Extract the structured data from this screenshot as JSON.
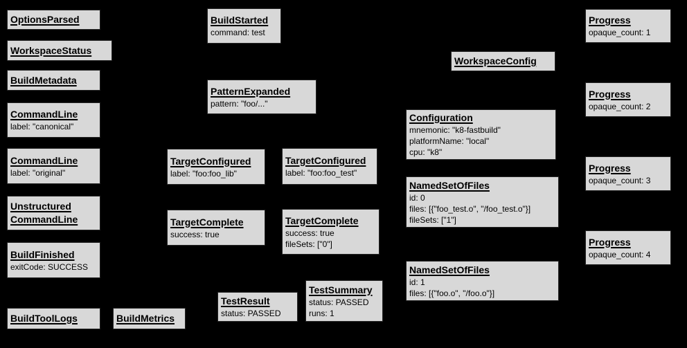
{
  "diagram": {
    "background_color": "#000000",
    "node_fill_color": "#d8d8d8",
    "node_border_color": "#262626",
    "node_text_color": "#000000"
  },
  "nodes": {
    "options_parsed": {
      "title": "OptionsParsed",
      "lines": []
    },
    "workspace_status": {
      "title": "WorkspaceStatus",
      "lines": []
    },
    "build_metadata": {
      "title": "BuildMetadata",
      "lines": []
    },
    "command_line_canonical": {
      "title": "CommandLine",
      "lines": [
        "label: \"canonical\""
      ]
    },
    "command_line_original": {
      "title": "CommandLine",
      "lines": [
        "label: \"original\""
      ]
    },
    "unstructured_command_line": {
      "title": "Unstructured\nCommandLine",
      "lines": []
    },
    "build_finished": {
      "title": "BuildFinished",
      "lines": [
        "exitCode: SUCCESS"
      ]
    },
    "build_tool_logs": {
      "title": "BuildToolLogs",
      "lines": []
    },
    "build_metrics": {
      "title": "BuildMetrics",
      "lines": []
    },
    "build_started": {
      "title": "BuildStarted",
      "lines": [
        "command: test"
      ]
    },
    "pattern_expanded": {
      "title": "PatternExpanded",
      "lines": [
        "pattern: \"foo/...\""
      ]
    },
    "target_configured_foo_lib": {
      "title": "TargetConfigured",
      "lines": [
        "label: \"foo:foo_lib\""
      ]
    },
    "target_configured_foo_test": {
      "title": "TargetConfigured",
      "lines": [
        "label: \"foo:foo_test\""
      ]
    },
    "target_complete_foo_lib": {
      "title": "TargetComplete",
      "lines": [
        "success: true"
      ]
    },
    "target_complete_foo_test": {
      "title": "TargetComplete",
      "lines": [
        "success: true",
        "fileSets: [\"0\"]"
      ]
    },
    "test_result": {
      "title": "TestResult",
      "lines": [
        "status: PASSED"
      ]
    },
    "test_summary": {
      "title": "TestSummary",
      "lines": [
        "status: PASSED",
        "runs: 1"
      ]
    },
    "workspace_config": {
      "title": "WorkspaceConfig",
      "lines": []
    },
    "configuration": {
      "title": "Configuration",
      "lines": [
        "mnemonic: \"k8-fastbuild\"",
        "platformName: \"local\"",
        "cpu: \"k8\""
      ]
    },
    "named_set_of_files_0": {
      "title": "NamedSetOfFiles",
      "lines": [
        "id: 0",
        "files: [{\"foo_test.o\", \"/foo_test.o\"}]",
        "fileSets: [\"1\"]"
      ]
    },
    "named_set_of_files_1": {
      "title": "NamedSetOfFiles",
      "lines": [
        "id: 1",
        "files: [{\"foo.o\", \"/foo.o\"}]"
      ]
    },
    "progress_1": {
      "title": "Progress",
      "lines": [
        "opaque_count: 1"
      ]
    },
    "progress_2": {
      "title": "Progress",
      "lines": [
        "opaque_count: 2"
      ]
    },
    "progress_3": {
      "title": "Progress",
      "lines": [
        "opaque_count: 3"
      ]
    },
    "progress_4": {
      "title": "Progress",
      "lines": [
        "opaque_count: 4"
      ]
    }
  }
}
